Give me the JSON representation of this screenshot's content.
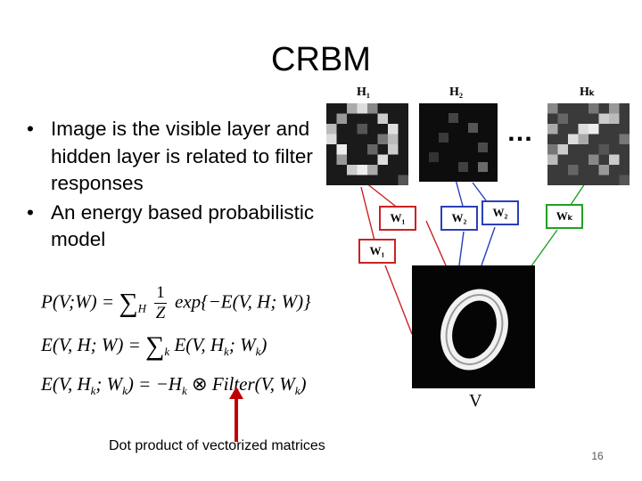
{
  "slide": {
    "title": "CRBM",
    "bullets": [
      "Image is the visible layer and hidden layer is related to filter responses",
      "An energy based probabilistic model"
    ],
    "callout_text": "Dot product of vectorized matrices",
    "page_number": "16"
  },
  "equations": {
    "eq1": {
      "lhs": "P(V;W) =",
      "sum_sub": "H",
      "frac_num": "1",
      "frac_den": "Z",
      "rhs": "exp{−E(V, H; W)}"
    },
    "eq2": {
      "lhs": "E(V, H; W) =",
      "sum_sub": "k",
      "term": "E(V, H",
      "term_sub": "k",
      "term_mid": "; W",
      "term_sub2": "k",
      "term_end": ")"
    },
    "eq3": {
      "lhs": "E(V, H",
      "lhs_sub": "k",
      "lhs_mid": "; W",
      "lhs_sub2": "k",
      "lhs_end": ") = −H",
      "h_sub": "k",
      "op": "⊗",
      "rhs": "Filter(V, W",
      "rhs_sub": "k",
      "rhs_end": ")"
    }
  },
  "diagram": {
    "hidden_labels": [
      "H₁",
      "H₂",
      "Hₖ"
    ],
    "ellipsis": "…",
    "weight_labels": [
      {
        "text": "W₁",
        "color": "#cc2222"
      },
      {
        "text": "W₂",
        "color": "#2a3fb8"
      },
      {
        "text": "W₂",
        "color": "#2a3fb8"
      },
      {
        "text": "Wₖ",
        "color": "#22a022"
      },
      {
        "text": "W₁",
        "color": "#cc2222"
      }
    ],
    "visible_label": "V",
    "colors": {
      "red": "#cc2222",
      "blue": "#2a3fb8",
      "green": "#22a022",
      "arrow": "#c00000"
    }
  }
}
